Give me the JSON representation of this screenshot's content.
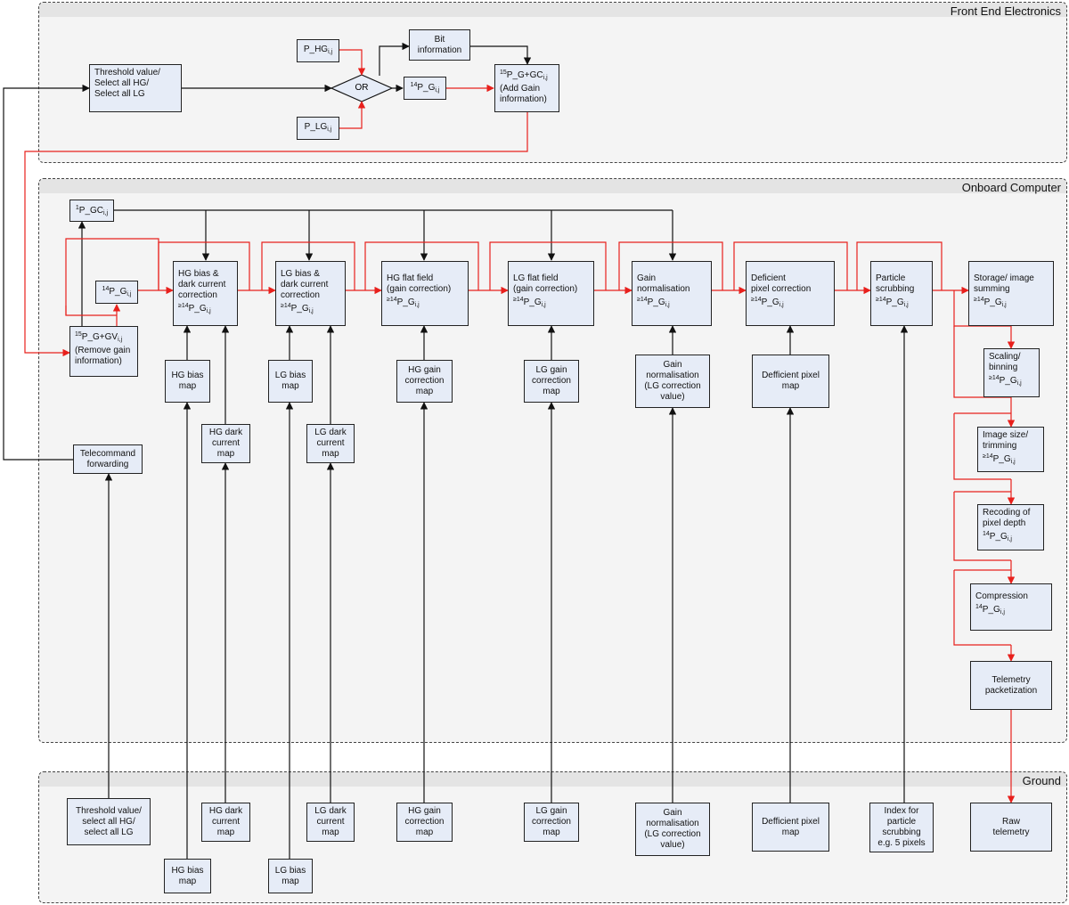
{
  "regions": {
    "front_end": "Front End Electronics",
    "onboard": "Onboard Computer",
    "ground": "Ground"
  },
  "front_end": {
    "threshold": [
      "Threshold value/",
      "Select all HG/",
      "Select all LG"
    ],
    "p_hg": "P_HG",
    "p_lg": "P_LG",
    "or": "OR",
    "bit_info": [
      "Bit",
      "information"
    ],
    "p14": "P_G",
    "add_gain": [
      "P_G+GC",
      "(Add Gain",
      "information)"
    ]
  },
  "onboard": {
    "p1_gc": "P_GC",
    "p14_g": "P_G",
    "remove_gain": [
      "P_G+GV",
      "(Remove gain",
      "information)"
    ],
    "telecommand": [
      "Telecommand",
      "forwarding"
    ],
    "hg_bias_corr": [
      "HG bias &",
      "dark current",
      "correction",
      "P_G"
    ],
    "lg_bias_corr": [
      "LG bias &",
      "dark current",
      "correction",
      "P_G"
    ],
    "hg_flat": [
      "HG flat field",
      "(gain correction)",
      "P_G"
    ],
    "lg_flat": [
      "LG flat field",
      "(gain correction)",
      "P_G"
    ],
    "gain_norm": [
      "Gain",
      "normalisation",
      "P_G"
    ],
    "deficient": [
      "Deficient",
      "pixel correction",
      "P_G"
    ],
    "particle": [
      "Particle",
      "scrubbing",
      "P_G"
    ],
    "storage": [
      "Storage/ image",
      "summing",
      "P_G"
    ],
    "scaling": [
      "Scaling/",
      "binning",
      "P_G"
    ],
    "image_size": [
      "Image size/",
      "trimming",
      "P_G"
    ],
    "recoding": [
      "Recoding of",
      "pixel depth",
      "P_G"
    ],
    "compression": [
      "Compression",
      "P_G"
    ],
    "telemetry_pkt": [
      "Telemetry",
      "packetization"
    ],
    "hg_bias_map": [
      "HG bias",
      "map"
    ],
    "hg_dark_map": [
      "HG dark",
      "current",
      "map"
    ],
    "lg_bias_map": [
      "LG bias",
      "map"
    ],
    "lg_dark_map": [
      "LG dark",
      "current",
      "map"
    ],
    "hg_gain_map": [
      "HG gain",
      "correction",
      "map"
    ],
    "lg_gain_map": [
      "LG gain",
      "correction",
      "map"
    ],
    "gain_norm_val": [
      "Gain",
      "normalisation",
      "(LG correction",
      "value)"
    ],
    "deficient_map": [
      "Defficient pixel",
      "map"
    ]
  },
  "ground": {
    "threshold": [
      "Threshold value/",
      "select all HG/",
      "select all LG"
    ],
    "hg_dark": [
      "HG dark",
      "current",
      "map"
    ],
    "lg_dark": [
      "LG dark",
      "current",
      "map"
    ],
    "hg_gain": [
      "HG gain",
      "correction",
      "map"
    ],
    "lg_gain": [
      "LG gain",
      "correction",
      "map"
    ],
    "gain_norm": [
      "Gain",
      "normalisation",
      "(LG correction",
      "value)"
    ],
    "deficient": [
      "Defficient pixel",
      "map"
    ],
    "index": [
      "Index for",
      "particle",
      "scrubbing",
      "e.g. 5 pixels"
    ],
    "raw": [
      "Raw",
      "telemetry"
    ],
    "hg_bias": [
      "HG bias",
      "map"
    ],
    "lg_bias": [
      "LG bias",
      "map"
    ]
  },
  "notation": {
    "sub_ij": "i,j",
    "sup_14": "14",
    "sup_15": "15",
    "sup_1": "1",
    "ge14": "≥14"
  },
  "colors": {
    "flow_red": "#e8201c",
    "control_black": "#111111",
    "box_fill": "#e6ecf7",
    "region_fill": "#f4f4f4"
  }
}
